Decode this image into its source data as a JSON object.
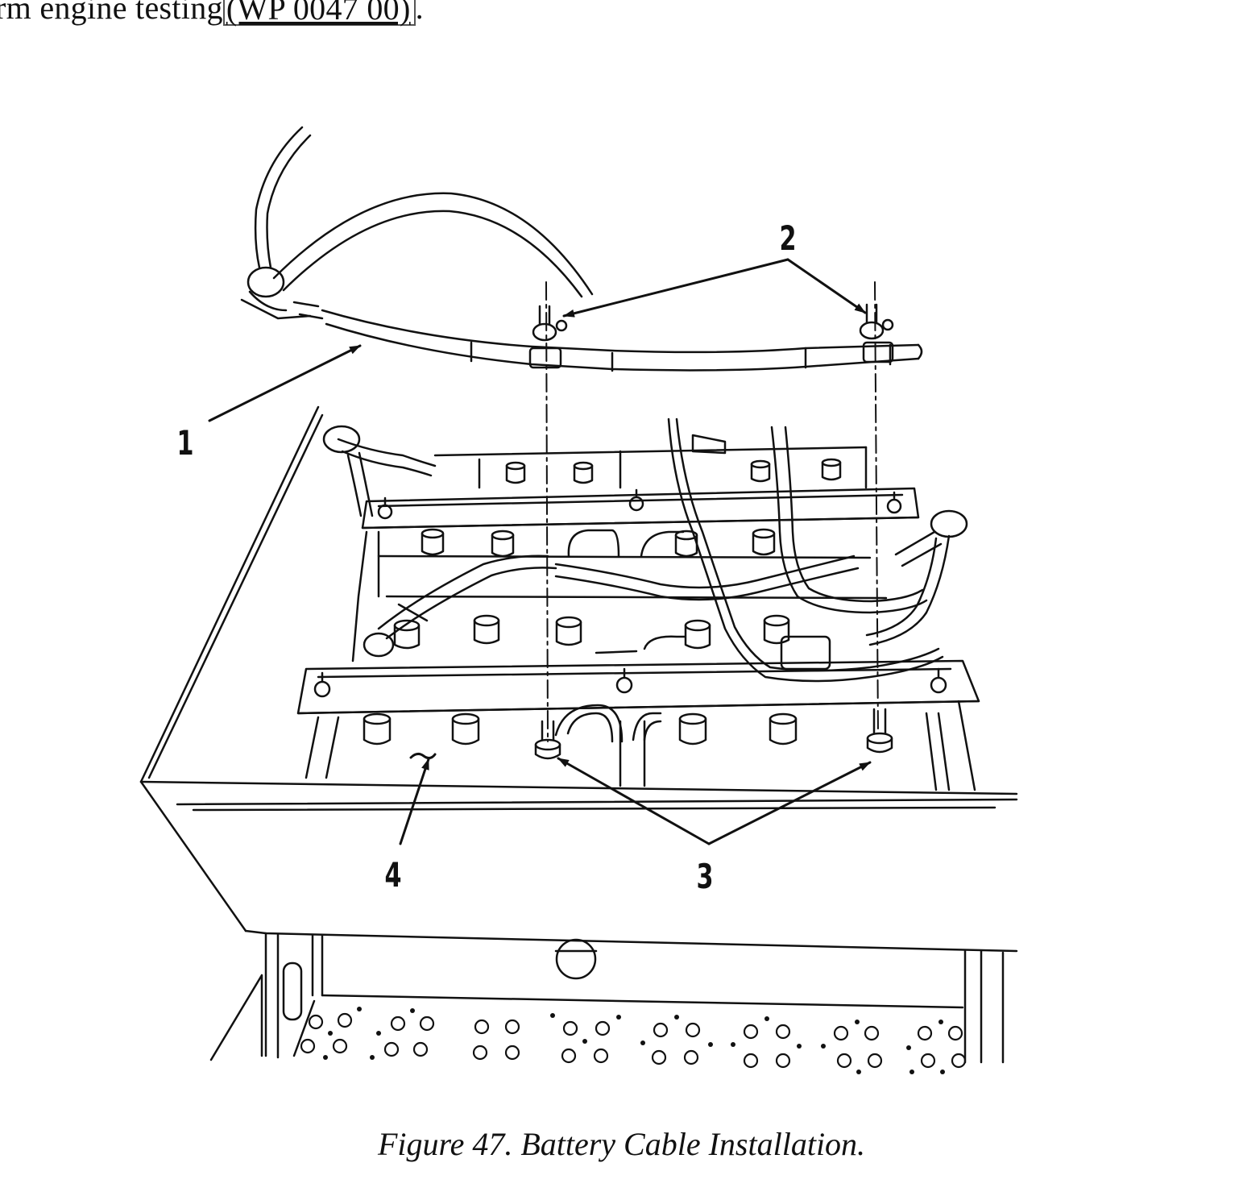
{
  "header": {
    "text_before": "rm engine testing",
    "xref_label": "(WP 0047 00)",
    "text_after": "."
  },
  "figure": {
    "callouts": [
      "1",
      "2",
      "3",
      "4"
    ],
    "caption": "Figure 47.  Battery Cable Installation."
  }
}
